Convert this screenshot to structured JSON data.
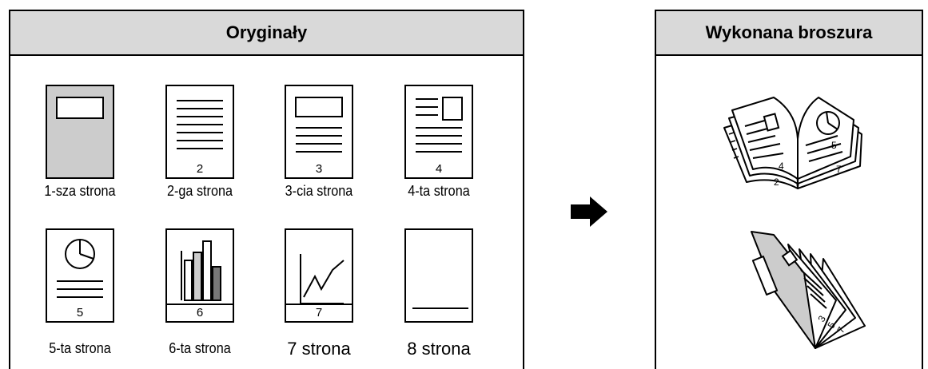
{
  "originals": {
    "title": "Oryginały",
    "pages": [
      {
        "caption": "1-sza strona",
        "number": "",
        "content": "cover"
      },
      {
        "caption": "2-ga strona",
        "number": "2",
        "content": "text"
      },
      {
        "caption": "3-cia strona",
        "number": "3",
        "content": "box-text"
      },
      {
        "caption": "4-ta strona",
        "number": "4",
        "content": "text-box"
      },
      {
        "caption": "5-ta strona",
        "number": "5",
        "content": "pie-chart"
      },
      {
        "caption": "6-ta strona",
        "number": "6",
        "content": "bar-chart"
      },
      {
        "caption": "7 strona",
        "number": "7",
        "content": "line-chart"
      },
      {
        "caption": "8 strona",
        "number": "",
        "content": "blank-line"
      }
    ]
  },
  "result": {
    "title": "Wykonana broszura",
    "open_booklet_numbers": [
      "2",
      "4",
      "5",
      "7"
    ],
    "folded_booklet_numbers": [
      "3",
      "5",
      "7"
    ]
  },
  "arrow_icon": "right-arrow-icon",
  "colors": {
    "cover_fill": "#cccccc",
    "header_fill": "#d9d9d9",
    "bar_light": "#cccccc",
    "bar_dark": "#777777"
  }
}
